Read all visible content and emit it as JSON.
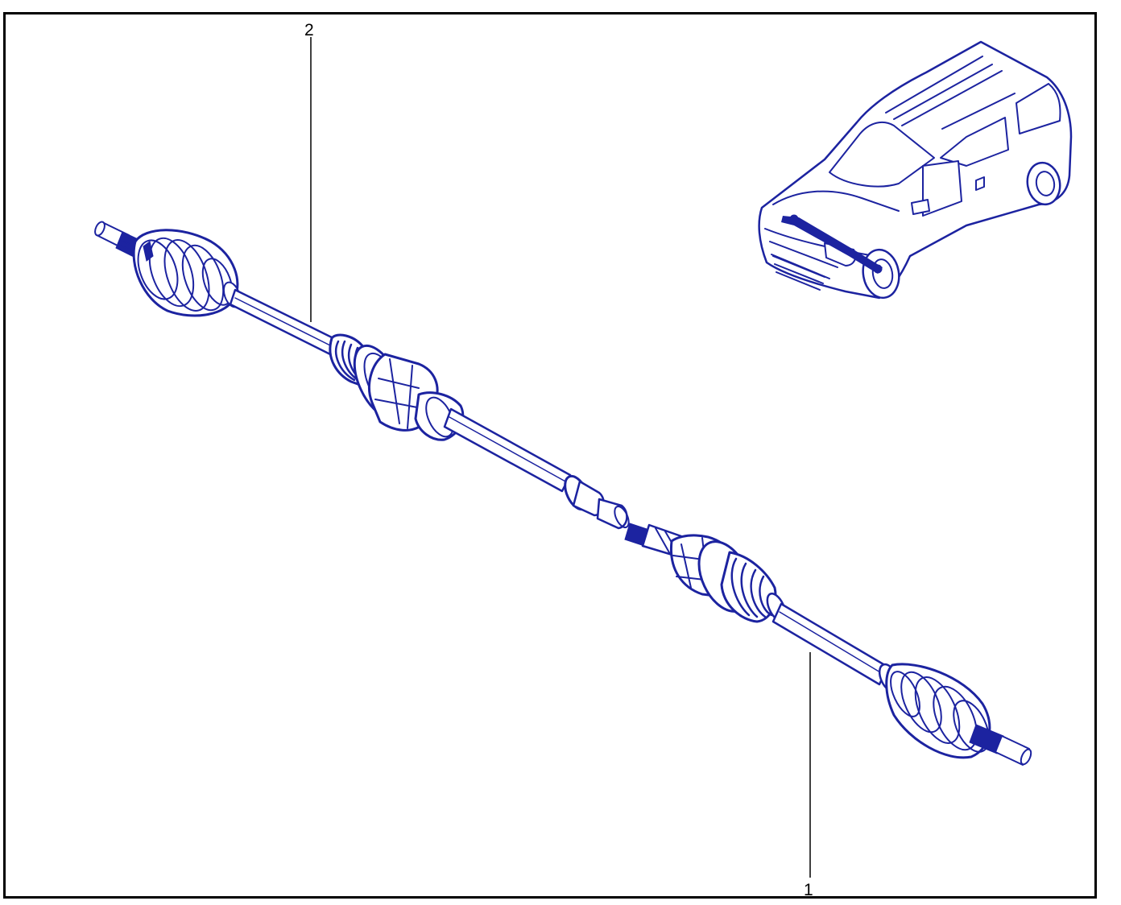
{
  "callouts": [
    {
      "number": "2",
      "part": "driveshaft-left"
    },
    {
      "number": "1",
      "part": "driveshaft-right"
    }
  ],
  "colors": {
    "ink": "#1c23a0",
    "frame": "#000000",
    "background": "#ffffff"
  },
  "icons": [
    "vehicle-locator-icon"
  ]
}
